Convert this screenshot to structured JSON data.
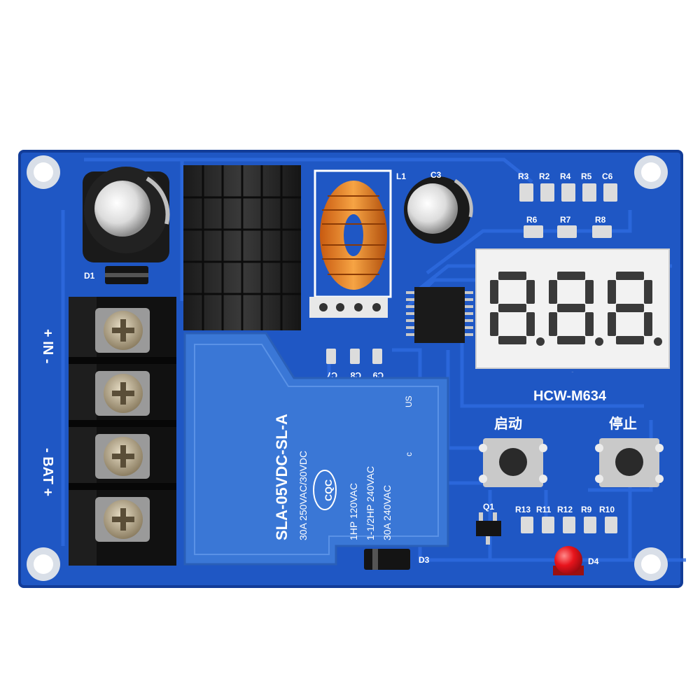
{
  "board": {
    "model": "HCW-M634",
    "pcb_color": "#1f57c4",
    "pcb_dark": "#123c98",
    "silkscreen_color": "#ffffff"
  },
  "terminal": {
    "in_label": "+ IN -",
    "bat_label": "- BAT +"
  },
  "relay": {
    "part": "SLA-05VDC-SL-A",
    "rating_left": "30A  250VAC/30VDC",
    "rating_mid1": "1HP 120VAC",
    "rating_mid2": "1-1/2HP 240VAC",
    "rating_mid3": "30A  240VAC",
    "cqc": "CQC",
    "ul": "c",
    "us": "US",
    "color": "#3a77d6"
  },
  "display": {
    "digits": "8.8.8.",
    "segment_color": "#3a3a3a"
  },
  "buttons": {
    "start_label": "启动",
    "stop_label": "停止"
  },
  "refs": {
    "l1": "L1",
    "c3": "C3",
    "d1": "D1",
    "d3": "D3",
    "d4": "D4",
    "q1": "Q1",
    "r3": "R3",
    "r2": "R2",
    "r4": "R4",
    "r5": "R5",
    "c6": "C6",
    "r6": "R6",
    "r7": "R7",
    "r8": "R8",
    "c7": "C7",
    "c8": "C8",
    "c9": "C9",
    "r13": "R13",
    "r11": "R11",
    "r12": "R12",
    "r9": "R9",
    "r10": "R10"
  },
  "led": {
    "color": "#e8141c"
  }
}
